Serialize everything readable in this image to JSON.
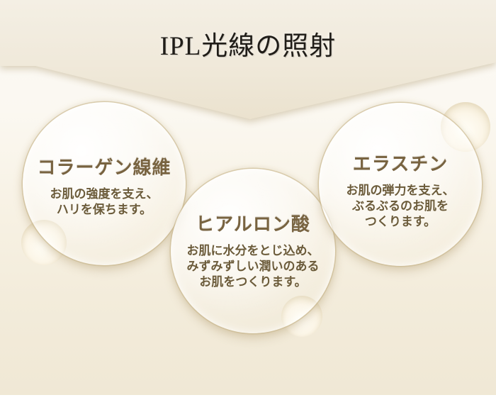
{
  "page": {
    "title": "IPL光線の照射"
  },
  "bubbles": [
    {
      "id": "collagen-fiber",
      "title": "コラーゲン線維",
      "lines": [
        "お肌の強度を支え、",
        "ハリを保ちます。"
      ]
    },
    {
      "id": "hyaluronic-acid",
      "title": "ヒアルロン酸",
      "lines": [
        "お肌に水分をとじ込め、",
        "みずみずしい潤いのある",
        "お肌をつくります。"
      ]
    },
    {
      "id": "elastin",
      "title": "エラスチン",
      "lines": [
        "お肌の弾力を支え、",
        "ぶるぶるのお肌を",
        "つくります。"
      ]
    }
  ],
  "colors": {
    "band_beige": "#efe8d8",
    "background_bottom": "#f0e8d5",
    "page_title_text": "#201d18",
    "bubble_heading_text": "#786340",
    "bubble_body_text": "#6b5b3a",
    "bubble_rim": "#c9b88e"
  }
}
